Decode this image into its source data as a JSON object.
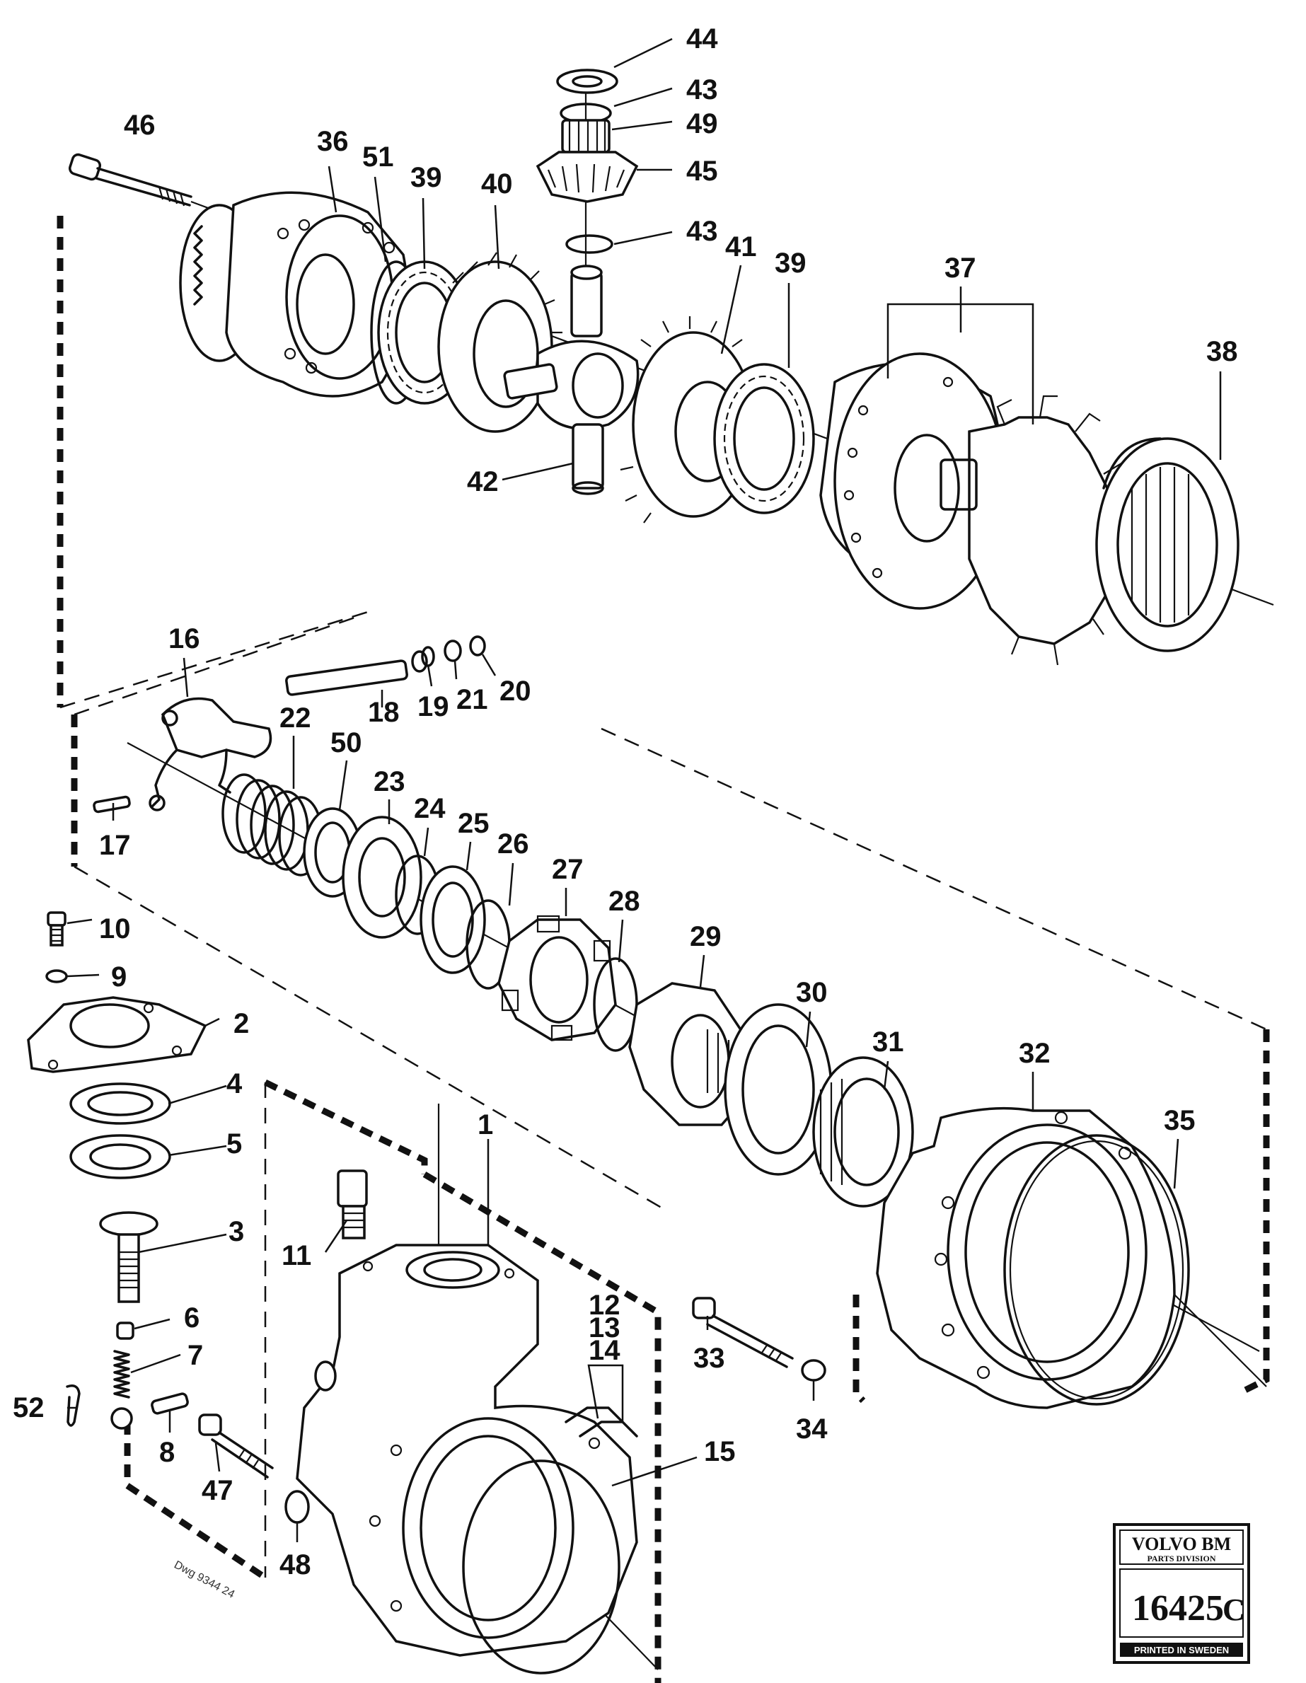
{
  "callouts": [
    {
      "id": "44",
      "label": "44"
    },
    {
      "id": "43a",
      "label": "43"
    },
    {
      "id": "49",
      "label": "49"
    },
    {
      "id": "45",
      "label": "45"
    },
    {
      "id": "43b",
      "label": "43"
    },
    {
      "id": "46",
      "label": "46"
    },
    {
      "id": "36",
      "label": "36"
    },
    {
      "id": "51",
      "label": "51"
    },
    {
      "id": "39a",
      "label": "39"
    },
    {
      "id": "40",
      "label": "40"
    },
    {
      "id": "41",
      "label": "41"
    },
    {
      "id": "39b",
      "label": "39"
    },
    {
      "id": "37",
      "label": "37"
    },
    {
      "id": "38",
      "label": "38"
    },
    {
      "id": "42",
      "label": "42"
    },
    {
      "id": "16",
      "label": "16"
    },
    {
      "id": "18",
      "label": "18"
    },
    {
      "id": "19",
      "label": "19"
    },
    {
      "id": "21",
      "label": "21"
    },
    {
      "id": "20",
      "label": "20"
    },
    {
      "id": "22",
      "label": "22"
    },
    {
      "id": "50",
      "label": "50"
    },
    {
      "id": "23",
      "label": "23"
    },
    {
      "id": "24",
      "label": "24"
    },
    {
      "id": "25",
      "label": "25"
    },
    {
      "id": "26",
      "label": "26"
    },
    {
      "id": "27",
      "label": "27"
    },
    {
      "id": "28",
      "label": "28"
    },
    {
      "id": "29",
      "label": "29"
    },
    {
      "id": "30",
      "label": "30"
    },
    {
      "id": "31",
      "label": "31"
    },
    {
      "id": "32",
      "label": "32"
    },
    {
      "id": "35",
      "label": "35"
    },
    {
      "id": "17",
      "label": "17"
    },
    {
      "id": "10",
      "label": "10"
    },
    {
      "id": "9",
      "label": "9"
    },
    {
      "id": "2",
      "label": "2"
    },
    {
      "id": "4",
      "label": "4"
    },
    {
      "id": "5",
      "label": "5"
    },
    {
      "id": "3",
      "label": "3"
    },
    {
      "id": "6",
      "label": "6"
    },
    {
      "id": "7",
      "label": "7"
    },
    {
      "id": "8",
      "label": "8"
    },
    {
      "id": "52",
      "label": "52"
    },
    {
      "id": "47",
      "label": "47"
    },
    {
      "id": "48",
      "label": "48"
    },
    {
      "id": "1",
      "label": "1"
    },
    {
      "id": "11",
      "label": "11"
    },
    {
      "id": "12",
      "label": "12"
    },
    {
      "id": "13",
      "label": "13"
    },
    {
      "id": "14",
      "label": "14"
    },
    {
      "id": "15",
      "label": "15"
    },
    {
      "id": "33",
      "label": "33"
    },
    {
      "id": "34",
      "label": "34"
    }
  ],
  "badge": {
    "brand": "VOLVO BM",
    "division": "PARTS DIVISION",
    "number": "16425",
    "suffix": "C",
    "footer": "PRINTED IN SWEDEN"
  },
  "drawing_mark": "Dwg 9344 24"
}
